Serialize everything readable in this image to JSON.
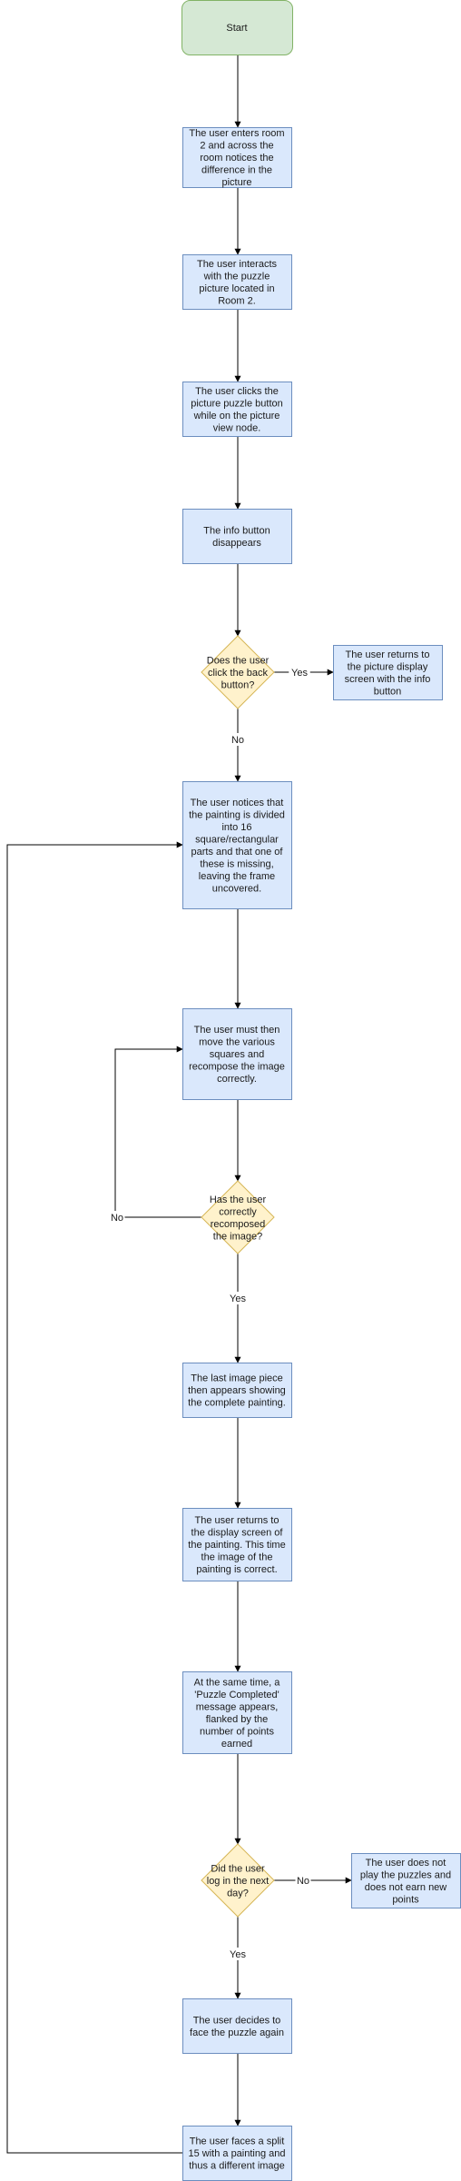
{
  "colors": {
    "start_fill": "#d5e8d4",
    "start_stroke": "#82b366",
    "process_fill": "#dae8fc",
    "process_stroke": "#6c8ebf",
    "decision_fill": "#fff2cc",
    "decision_stroke": "#d6b656",
    "edge": "#000000"
  },
  "nodes": {
    "start": {
      "label": "Start"
    },
    "enter_room": {
      "label": [
        "The user enters room",
        "2 and across the",
        "room notices the",
        "difference in the",
        "picture"
      ]
    },
    "interact": {
      "label": [
        "The user interacts",
        "with the puzzle",
        "picture located in",
        "Room 2."
      ]
    },
    "click_button": {
      "label": [
        "The user clicks the",
        "picture puzzle button",
        "while on the picture",
        "view node."
      ]
    },
    "info_disappears": {
      "label": [
        "The info button",
        "disappears"
      ]
    },
    "back_decision": {
      "label": [
        "Does the user",
        "click the back",
        "button?"
      ]
    },
    "returns_display": {
      "label": [
        "The user returns to",
        "the picture display",
        "screen with the info",
        "button"
      ]
    },
    "notices_divided": {
      "label": [
        "The user notices that",
        "the painting is divided",
        "into 16",
        "square/rectangular",
        "parts and that one of",
        "these is missing,",
        "leaving the frame",
        "uncovered."
      ]
    },
    "move_squares": {
      "label": [
        "The user must then",
        "move the various",
        "squares and",
        "recompose the image",
        "correctly."
      ]
    },
    "recomposed_decision": {
      "label": [
        "Has the user",
        "correctly",
        "recomposed",
        "the image?"
      ]
    },
    "last_piece": {
      "label": [
        "The last image piece",
        "then appears showing",
        "the complete painting."
      ]
    },
    "returns_correct": {
      "label": [
        "The user returns to",
        "the display screen of",
        "the painting. This time",
        "the image of the",
        "painting is correct."
      ]
    },
    "puzzle_completed": {
      "label": [
        "At the same time, a",
        "'Puzzle Completed'",
        "message appears,",
        "flanked by the",
        "number of points",
        "earned"
      ]
    },
    "next_day_decision": {
      "label": [
        "Did the user",
        "log in the next",
        "day?"
      ]
    },
    "no_new_points": {
      "label": [
        "The user does not",
        "play the puzzles and",
        "does not earn new",
        "points"
      ]
    },
    "face_again": {
      "label": [
        "The user decides to",
        "face the puzzle again"
      ]
    },
    "split_15": {
      "label": [
        "The user faces a split",
        "15 with a painting and",
        "thus a different image"
      ]
    }
  },
  "edge_labels": {
    "yes_back": "Yes",
    "no_back": "No",
    "no_recomposed": "No",
    "yes_recomposed": "Yes",
    "no_next_day": "No",
    "yes_next_day": "Yes"
  }
}
